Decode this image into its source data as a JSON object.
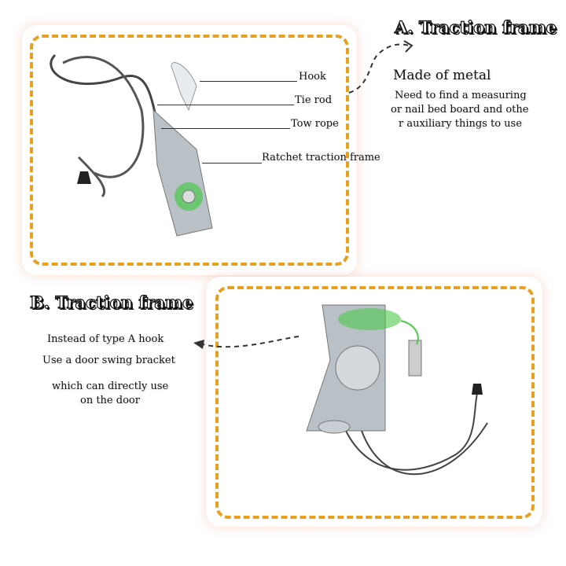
{
  "section_a": {
    "title": "A.  Traction frame",
    "labels": [
      "Hook",
      "Tie rod",
      "Tow rope",
      "Ratchet traction frame"
    ],
    "heading": "Made of metal",
    "description": [
      "Need to find a measuring",
      "or nail bed board and othe",
      "r auxiliary things to use"
    ]
  },
  "section_b": {
    "title": "B.  Traction frame",
    "lines": [
      "Instead of type A hook",
      "Use a door swing bracket",
      "which can directly use",
      "on the door"
    ]
  },
  "colors": {
    "dash": "#e8a020",
    "rope": "#444444",
    "metal": "#b9c0c6",
    "spring": "#4cc84c"
  }
}
